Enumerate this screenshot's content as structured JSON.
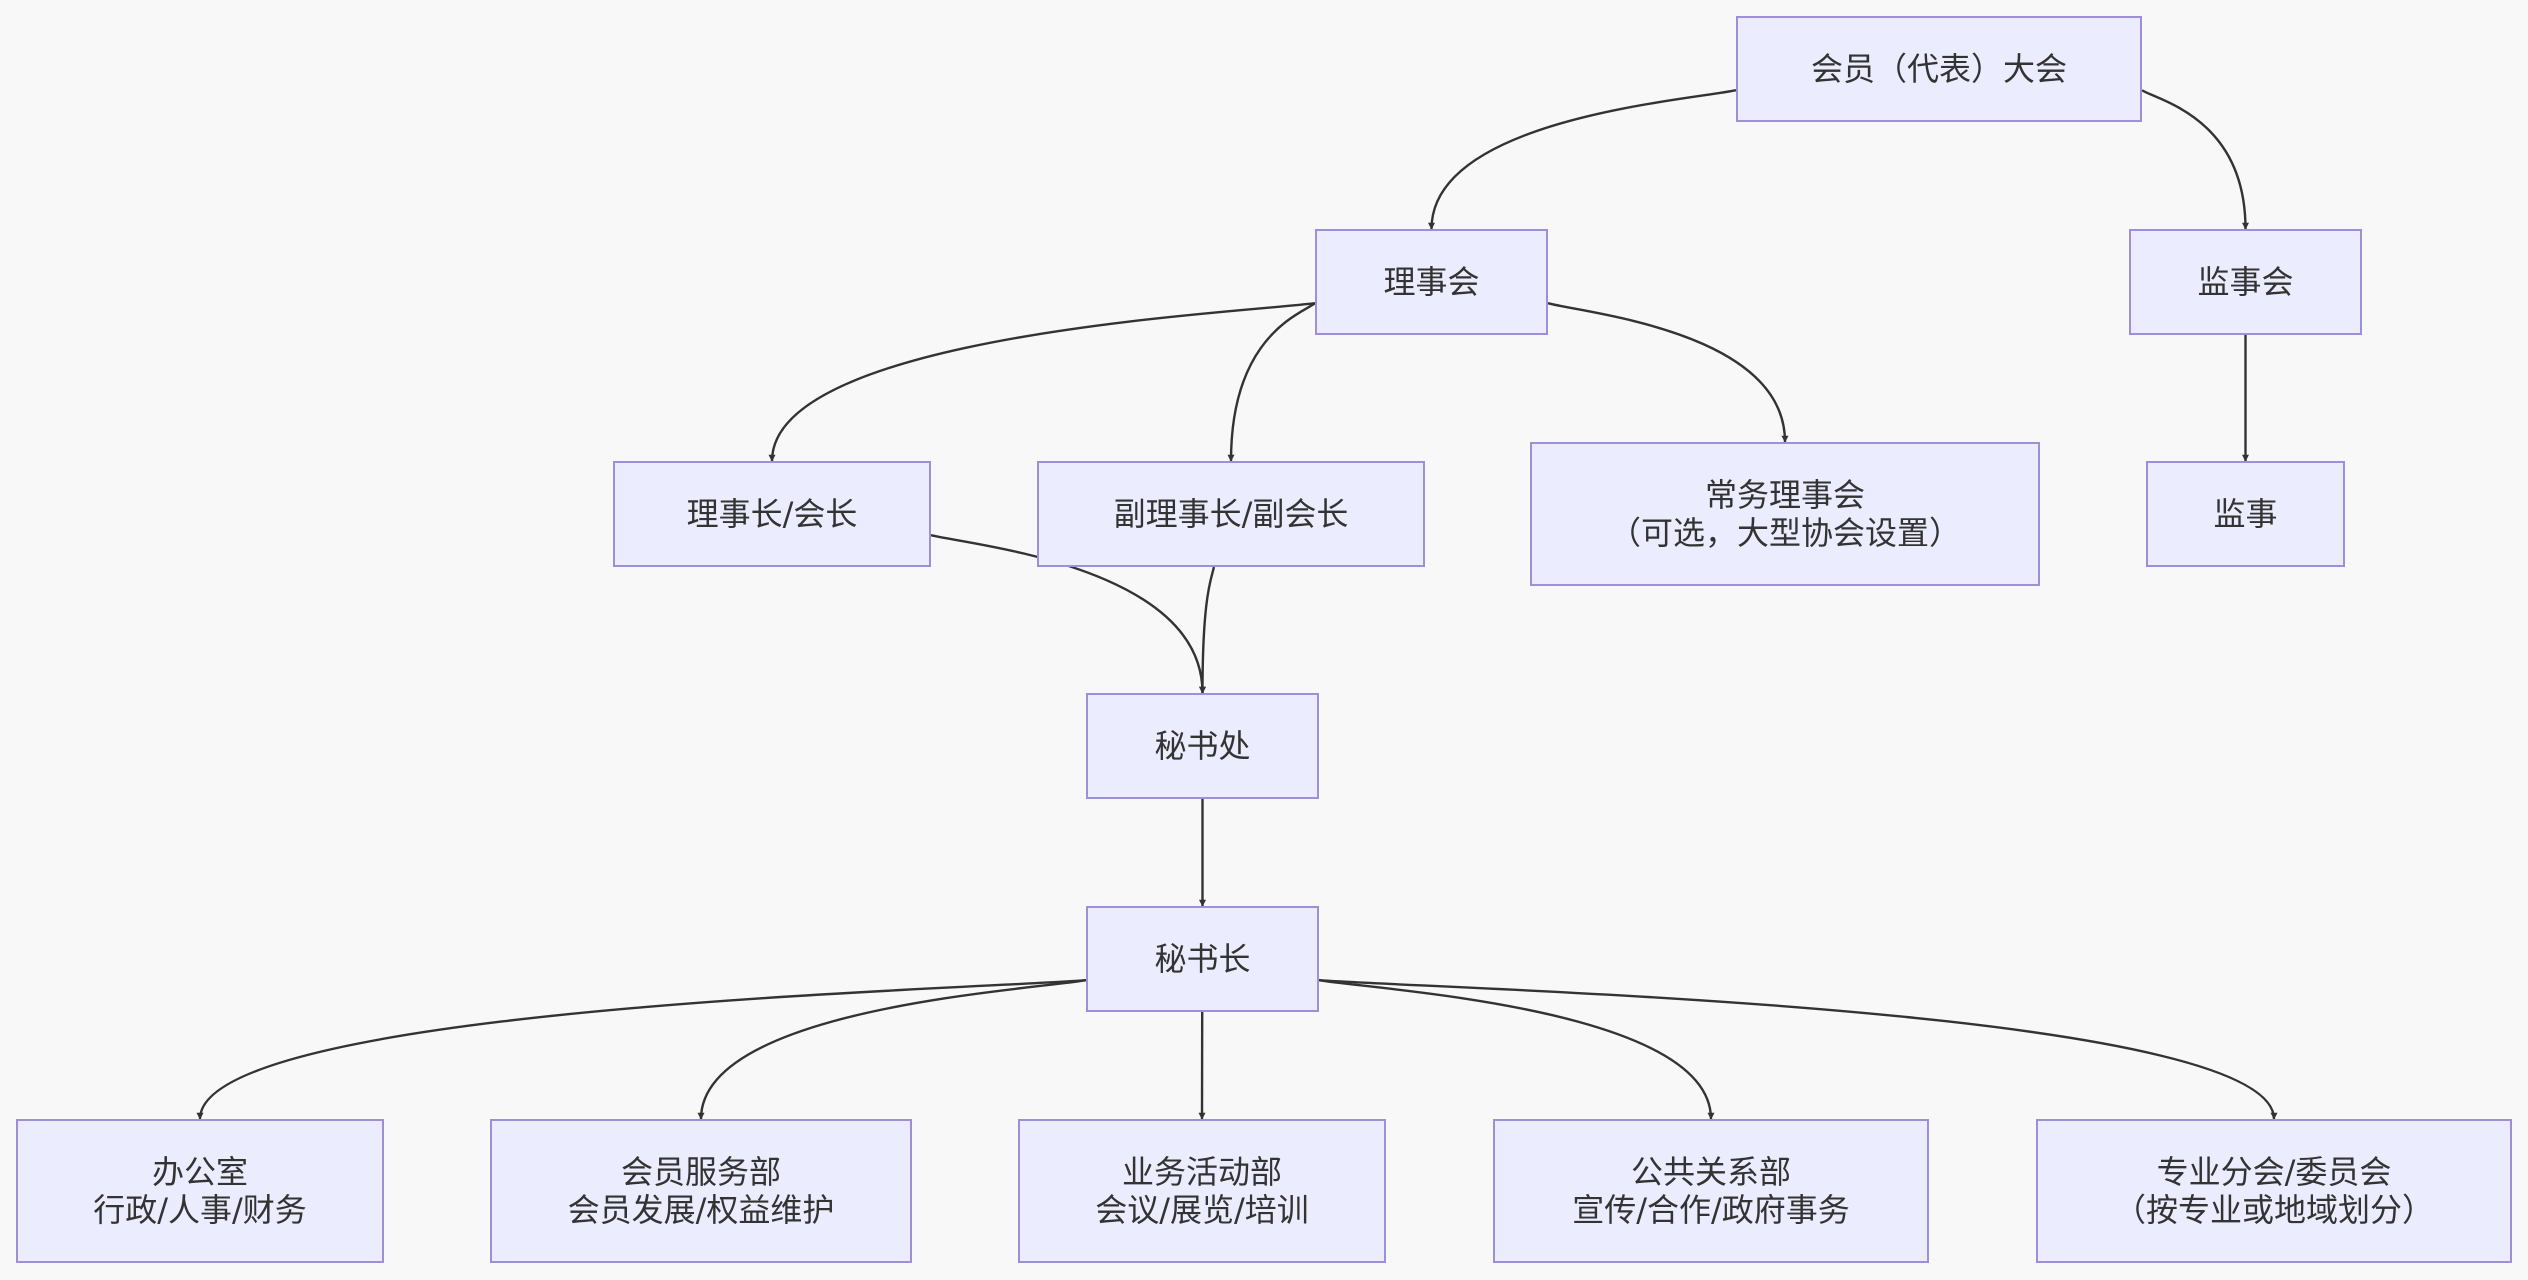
{
  "diagram": {
    "nodes": {
      "assembly": {
        "lines": [
          "会员（代表）大会"
        ]
      },
      "council": {
        "lines": [
          "理事会"
        ]
      },
      "supervisory_board": {
        "lines": [
          "监事会"
        ]
      },
      "chairman": {
        "lines": [
          "理事长/会长"
        ]
      },
      "vice_chairman": {
        "lines": [
          "副理事长/副会长"
        ]
      },
      "standing_council": {
        "lines": [
          "常务理事会",
          "（可选，大型协会设置）"
        ]
      },
      "supervisor": {
        "lines": [
          "监事"
        ]
      },
      "secretariat": {
        "lines": [
          "秘书处"
        ]
      },
      "secretary_general": {
        "lines": [
          "秘书长"
        ]
      },
      "office": {
        "lines": [
          "办公室",
          "行政/人事/财务"
        ]
      },
      "member_services": {
        "lines": [
          "会员服务部",
          "会员发展/权益维护"
        ]
      },
      "business_activities": {
        "lines": [
          "业务活动部",
          "会议/展览/培训"
        ]
      },
      "public_relations": {
        "lines": [
          "公共关系部",
          "宣传/合作/政府事务"
        ]
      },
      "branches": {
        "lines": [
          "专业分会/委员会",
          "（按专业或地域划分）"
        ]
      }
    },
    "edges": [
      {
        "from": "assembly",
        "to": "council"
      },
      {
        "from": "assembly",
        "to": "supervisory_board"
      },
      {
        "from": "council",
        "to": "chairman"
      },
      {
        "from": "council",
        "to": "vice_chairman"
      },
      {
        "from": "council",
        "to": "standing_council"
      },
      {
        "from": "supervisory_board",
        "to": "supervisor"
      },
      {
        "from": "chairman",
        "to": "secretariat"
      },
      {
        "from": "vice_chairman",
        "to": "secretariat"
      },
      {
        "from": "secretariat",
        "to": "secretary_general"
      },
      {
        "from": "secretary_general",
        "to": "office"
      },
      {
        "from": "secretary_general",
        "to": "member_services"
      },
      {
        "from": "secretary_general",
        "to": "business_activities"
      },
      {
        "from": "secretary_general",
        "to": "public_relations"
      },
      {
        "from": "secretary_general",
        "to": "branches"
      }
    ],
    "colors": {
      "node_fill": "#ececff",
      "node_border": "#9f8ed8",
      "edge": "#333333",
      "text": "#333333",
      "background": "#f8f8f8"
    }
  }
}
